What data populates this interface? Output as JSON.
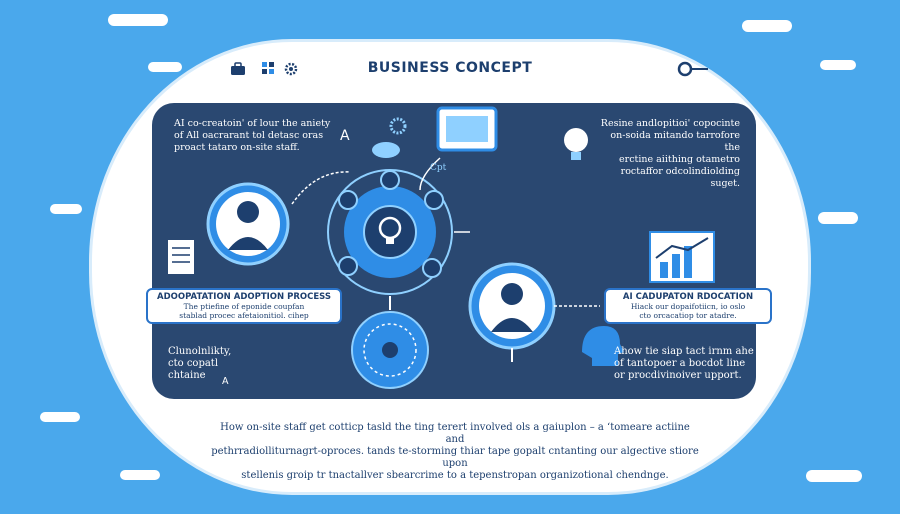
{
  "header": {
    "title": "BUSINESS CONCEPT"
  },
  "texts": {
    "top_left": [
      "AI co-creatoin' of lour the aniety",
      "of All oacrarant tol detasc oras",
      "proact tatarо on-site staff."
    ],
    "top_right": [
      "Resine andlopitioi' copocinte",
      "on-soida mitando tarrofore the",
      "erctine aiithing otametro",
      "roctaffor odcolindiolding suget."
    ],
    "mid_label_left": "Cpt",
    "bottom_left": [
      "Clunolnlikty,",
      "cto copatl",
      "chtaine"
    ],
    "bottom_left_letter": "A",
    "bottom_right": [
      "Ahow tie siap tact irnm ahe",
      "of tantopoer a bocdot line",
      "or procdivinoiver upport."
    ],
    "bottom": [
      "How on-site staff get cotticp tasld the ting terert involved ols a gaiuplon – a ‘tomeare actiine  and",
      "pethrradiolliturnagrt-oproces.  tands te-storming thiar tape gopalt cntanting our algective stiore upon",
      "stellenis groip  tr tnactallver sbearcrime to a tepenstropan organizotional chendnge."
    ],
    "icon_letter": "A"
  },
  "left_box": {
    "heading": "ADOOPATATION ADOPTION PROCESS",
    "body": [
      "The ptiefine of eponide coupfan",
      "stablad procec afetaionitiol. cihep"
    ]
  },
  "right_box": {
    "heading": "AI CADUPATON RDOCATION",
    "body": [
      "Hiack our dopaifotiicn, io oslo",
      "cto orcacatiop tor atadre."
    ]
  },
  "colors": {
    "background": "#4aa8ec",
    "board": "#2a4871",
    "accent": "#2f8de6",
    "light_accent": "#8fd0ff",
    "frame": "#ffffff",
    "text_dark": "#1d3f6e"
  },
  "icons": [
    "briefcase-icon",
    "puzzle-icon",
    "search-icon",
    "person-icon",
    "gear-icon",
    "lightbulb-icon",
    "cloud-icon",
    "document-icon",
    "monitor-icon",
    "chart-icon",
    "network-icon",
    "head-profile-icon",
    "target-icon"
  ]
}
